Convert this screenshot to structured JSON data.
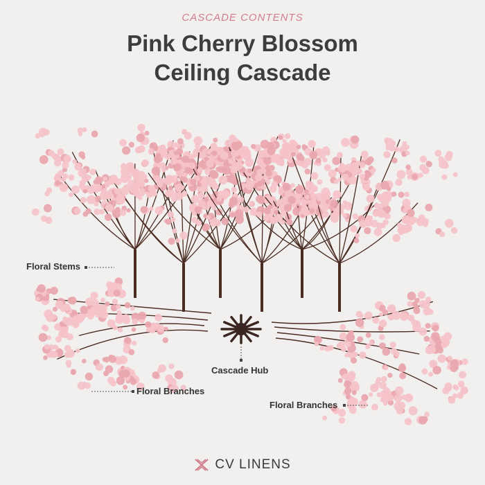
{
  "header": {
    "eyebrow": "CASCADE CONTENTS",
    "title_line1": "Pink Cherry Blossom",
    "title_line2": "Ceiling Cascade"
  },
  "labels": {
    "floral_stems": "Floral Stems",
    "cascade_hub": "Cascade Hub",
    "floral_branches_left": "Floral Branches",
    "floral_branches_right": "Floral Branches"
  },
  "brand": {
    "name": "CV LINENS",
    "icon": "cv-linens-logo-icon"
  },
  "colors": {
    "blossom": "#f4c3c8",
    "blossom_dark": "#e9a6ae",
    "stem": "#4a2c22",
    "accent": "#d17e8b",
    "title": "#3d3d3d",
    "background": "#f1f0ee"
  }
}
